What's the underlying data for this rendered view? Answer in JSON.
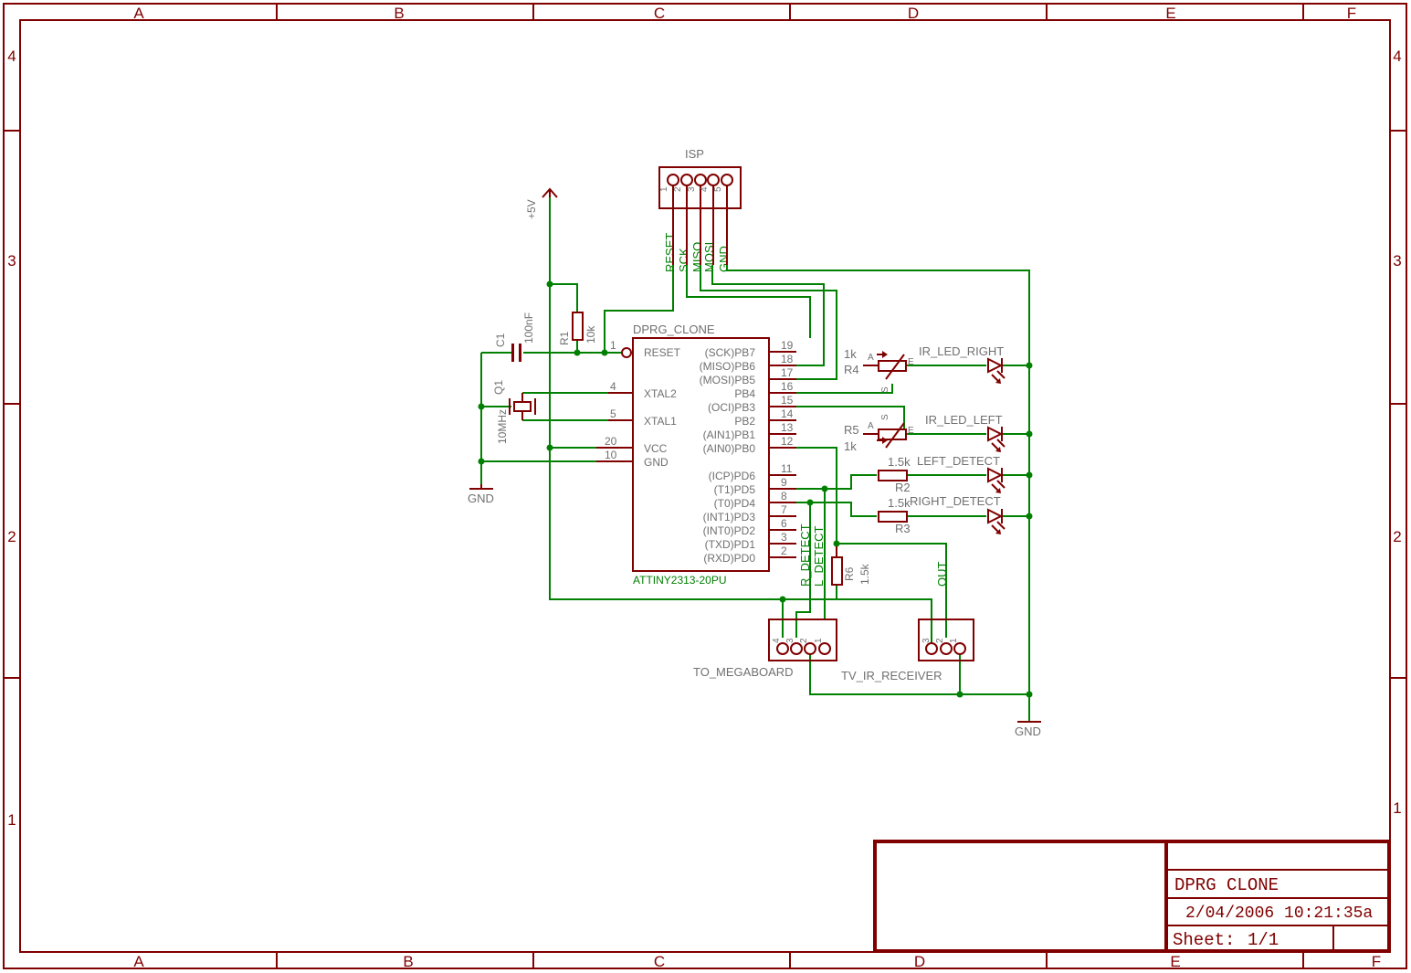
{
  "frame": {
    "columns": [
      "A",
      "B",
      "C",
      "D",
      "E",
      "F"
    ],
    "rows": [
      "4",
      "3",
      "2",
      "1"
    ]
  },
  "title_block": {
    "title": "DPRG CLONE",
    "datetime": "2/04/2006 10:21:35a",
    "sheet_label": "Sheet:",
    "sheet_value": "1/1"
  },
  "schematic": {
    "supply": {
      "name": "+5V",
      "gnd_left": "GND",
      "gnd_right": "GND"
    },
    "isp": {
      "name": "ISP",
      "pins": [
        "1",
        "2",
        "3",
        "4",
        "5"
      ],
      "nets": [
        "RESET",
        "SCK",
        "MISO",
        "MOSI",
        "GND"
      ]
    },
    "mcu": {
      "name": "DPRG_CLONE",
      "value": "ATTINY2313-20PU",
      "left_pins": [
        {
          "num": "1",
          "name": "RESET"
        },
        {
          "num": "4",
          "name": "XTAL2"
        },
        {
          "num": "5",
          "name": "XTAL1"
        },
        {
          "num": "20",
          "name": "VCC"
        },
        {
          "num": "10",
          "name": "GND"
        }
      ],
      "right_pins": [
        {
          "num": "19",
          "name": "(SCK)PB7"
        },
        {
          "num": "18",
          "name": "(MISO)PB6"
        },
        {
          "num": "17",
          "name": "(MOSI)PB5"
        },
        {
          "num": "16",
          "name": "PB4"
        },
        {
          "num": "15",
          "name": "(OCI)PB3"
        },
        {
          "num": "14",
          "name": "PB2"
        },
        {
          "num": "13",
          "name": "(AIN1)PB1"
        },
        {
          "num": "12",
          "name": "(AIN0)PB0"
        },
        {
          "num": "11",
          "name": "(ICP)PD6"
        },
        {
          "num": "9",
          "name": "(T1)PD5"
        },
        {
          "num": "8",
          "name": "(T0)PD4"
        },
        {
          "num": "7",
          "name": "(INT1)PD3"
        },
        {
          "num": "6",
          "name": "(INT0)PD2"
        },
        {
          "num": "3",
          "name": "(TXD)PD1"
        },
        {
          "num": "2",
          "name": "(RXD)PD0"
        }
      ]
    },
    "r1": {
      "name": "R1",
      "value": "10k"
    },
    "c1": {
      "name": "C1",
      "value": "100nF"
    },
    "q1": {
      "name": "Q1",
      "value": "10MHz"
    },
    "r4": {
      "name": "R4",
      "value": "1k",
      "pin_a": "A",
      "pin_e": "E",
      "pin_s": "S"
    },
    "r5": {
      "name": "R5",
      "value": "1k",
      "pin_a": "A",
      "pin_e": "E",
      "pin_s": "S"
    },
    "r2": {
      "name": "R2",
      "value": "1.5k"
    },
    "r3": {
      "name": "R3",
      "value": "1.5k"
    },
    "r6": {
      "name": "R6",
      "value": "1.5k"
    },
    "leds": [
      "IR_LED_RIGHT",
      "IR_LED_LEFT",
      "LEFT_DETECT",
      "RIGHT_DETECT"
    ],
    "nets": {
      "r_detect": "R_DETECT",
      "l_detect": "L_DETECT",
      "out": "OUT"
    },
    "megaboard": {
      "name": "TO_MEGABOARD",
      "pins": [
        "4",
        "3",
        "2",
        "1"
      ]
    },
    "tv_ir": {
      "name": "TV_IR_RECEIVER",
      "pins": [
        "3",
        "2",
        "1"
      ]
    }
  }
}
